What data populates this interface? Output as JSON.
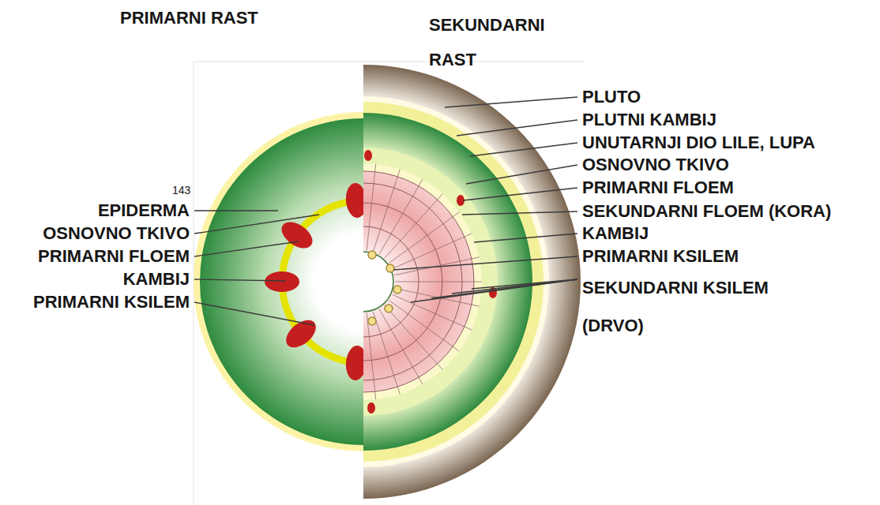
{
  "diagram": {
    "labels": [
      "PRIMARNI RAST",
      "SEKUNDARNI RAST",
      "PLUTO",
      "PLUTNI KAMBIJ",
      "UNUTARNJI DIO LILE, LUPA",
      "OSNOVNO TKIVO",
      "PRIMARNI FLOEM",
      "SEKUNDARNI FLOEM (KORA)",
      "KAMBIJ",
      "PRIMARNI KSILEM",
      "SEKUNDARNI KSILEM (DRVO)",
      "143",
      "EPIDERMA",
      "OSNOVNO TKIVO",
      "PRIMARNI FLOEM",
      "KAMBIJ",
      "PRIMARNI KSILEM"
    ]
  }
}
